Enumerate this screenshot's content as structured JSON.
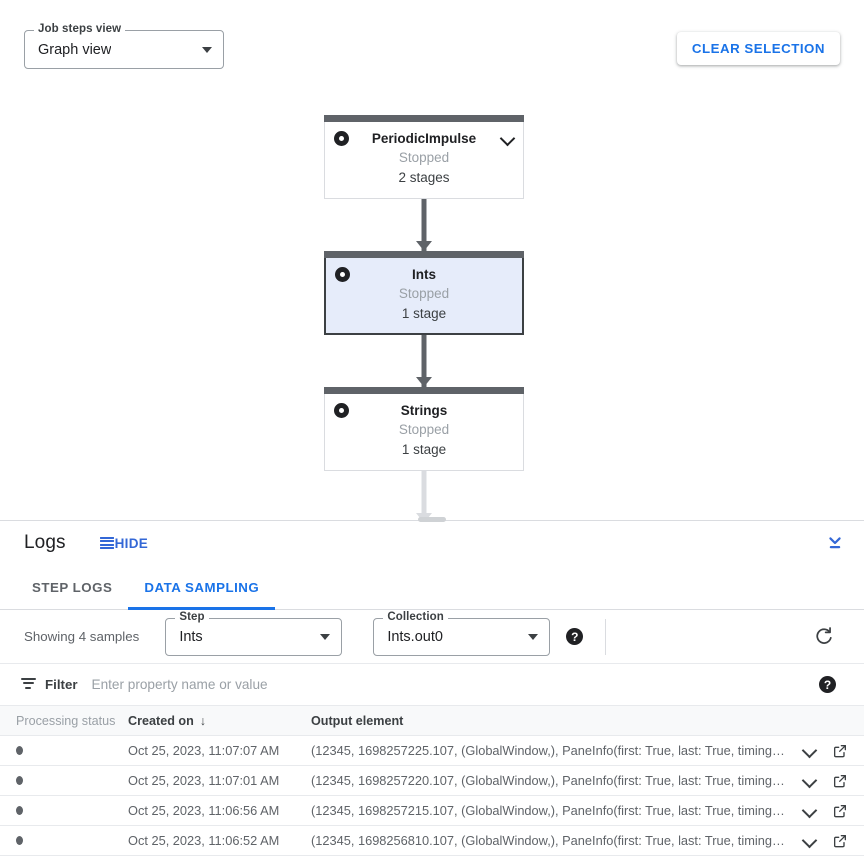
{
  "toolbar": {
    "job_steps_view": {
      "label": "Job steps view",
      "value": "Graph view"
    },
    "clear_selection_label": "CLEAR SELECTION"
  },
  "graph": {
    "nodes": [
      {
        "id": "periodicimpulse",
        "title": "PeriodicImpulse",
        "status": "Stopped",
        "stages": "2 stages",
        "selected": false,
        "has_chevron": true
      },
      {
        "id": "ints",
        "title": "Ints",
        "status": "Stopped",
        "stages": "1 stage",
        "selected": true,
        "has_chevron": false
      },
      {
        "id": "strings",
        "title": "Strings",
        "status": "Stopped",
        "stages": "1 stage",
        "selected": false,
        "has_chevron": false
      }
    ]
  },
  "logs": {
    "title": "Logs",
    "hide_label": "HIDE",
    "collapse_icon": "expand-more-icon",
    "drag_handle": "panel-resize-handle",
    "tabs": [
      {
        "id": "step-logs",
        "label": "STEP LOGS",
        "active": false
      },
      {
        "id": "data-sampling",
        "label": "DATA SAMPLING",
        "active": true
      }
    ]
  },
  "sampling": {
    "showing_text": "Showing 4 samples",
    "step": {
      "label": "Step",
      "value": "Ints"
    },
    "collection": {
      "label": "Collection",
      "value": "Ints.out0"
    },
    "help_glyph": "?",
    "refresh_icon": "refresh-icon"
  },
  "filter": {
    "label": "Filter",
    "placeholder": "Enter property name or value",
    "value": "",
    "help_glyph": "?"
  },
  "table": {
    "columns": {
      "processing_status": "Processing status",
      "created_on": "Created on",
      "sort_indicator": "↓",
      "output_element": "Output element"
    },
    "rows": [
      {
        "status": "gray-dot",
        "created_on": "Oct 25, 2023, 11:07:07 AM",
        "output_element": "(12345, 1698257225.107, (GlobalWindow,), PaneInfo(first: True, last: True, timing…"
      },
      {
        "status": "gray-dot",
        "created_on": "Oct 25, 2023, 11:07:01 AM",
        "output_element": "(12345, 1698257220.107, (GlobalWindow,), PaneInfo(first: True, last: True, timing…"
      },
      {
        "status": "gray-dot",
        "created_on": "Oct 25, 2023, 11:06:56 AM",
        "output_element": "(12345, 1698257215.107, (GlobalWindow,), PaneInfo(first: True, last: True, timing…"
      },
      {
        "status": "gray-dot",
        "created_on": "Oct 25, 2023, 11:06:52 AM",
        "output_element": "(12345, 1698256810.107, (GlobalWindow,), PaneInfo(first: True, last: True, timing…"
      }
    ]
  },
  "colors": {
    "accent_blue": "#1a73e8",
    "link_blue": "#3367d6",
    "node_bar": "#5f6368",
    "node_selected_bg": "#e6ecfa",
    "muted_text": "#9aa0a6",
    "header_bg": "#f8f9fa"
  }
}
